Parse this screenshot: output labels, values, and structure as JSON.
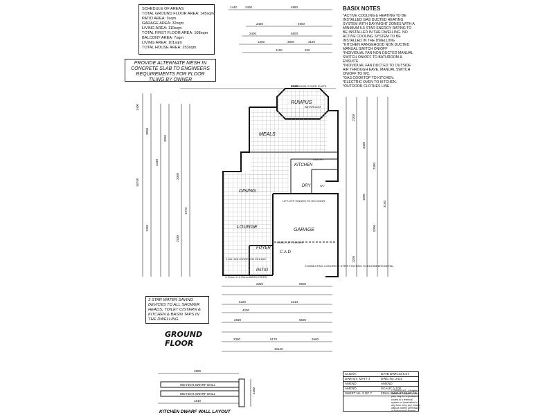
{
  "schedule": {
    "title": "SCHEDULE OF AREAS:",
    "lines": [
      "TOTAL GROUND FLOOR AREA: 145sqm",
      "PATIO AREA: 3sqm",
      "GARAGE AREA: 32sqm",
      "LIVING AREA: 110sqm",
      "",
      "TOTAL FIRST FLOOR AREA: 108sqm",
      "BALCONY AREA: 7sqm",
      "LIVING AREA: 101sqm",
      "",
      "TOTAL HOUSE AREA: 253sqm"
    ]
  },
  "mesh_note": "PROVIDE ALTERNATE MESH IN CONCRETE SLAB TO ENGINEERS REQUIREMENTS FOR FLOOR TILING BY OWNER",
  "basix": {
    "title": "BASIX NOTES",
    "items": [
      "*ACTIVE COOLING & HEATING TO BE INSTALLED GAS DUCTED HEATING SYSTEM WITH DAY/NIGHT ZONES WITH A MINIMUM 5.5 STAR ENERGY RATING TO BE INSTALLED IN THE DWELLING. NO ACTIVE COOLING SYSTEM TO BE INSTALLED IN THE DWELLING.",
      "*KITCHEN RANGEHOOD NON DUCTED MANUAL SWITCH ON/OFF",
      "*INDIVIDUAL FAN NON DUCTED MANUAL SWITCH ON/OFF TO BATHROOM & ENSUITE.",
      "*INDIVIDUAL FAN DUCTED TO OUTSIDE AIR THROUGH EAVE, MANUAL SWITCH ON/OFF TO WC.",
      "*GAS COOKTOP TO KITCHEN.",
      "*ELECTRIC OVEN TO KITCHEN.",
      "*OUTDOOR CLOTHES LINE."
    ]
  },
  "water_note": "3 STAR WATER SAVING DEVICES TO ALL SHOWER HEADS, TOILET CISTERN & KITCHEN & BASIN TAPS IN THE DWELLING.",
  "rooms": {
    "rumpus": "RUMPUS",
    "meals": "MEALS",
    "kitchen": "KITCHEN",
    "dining": "DINING",
    "lounge": "LOUNGE",
    "garage": "GARAGE",
    "foyer": "FOYER",
    "patio": "PATIO",
    "dry": "DRY",
    "bathroom": "BATHROOM",
    "wc": "WC",
    "pantry": "PANTRY"
  },
  "annotations": {
    "panel_lift": "PANEL LIFT DOORS",
    "cad": "C.A.D",
    "lift_off": "LIFT-OFF HINGES TO WC DOOR",
    "glass": "ALUMINIUM COVER PLATE",
    "connecting": "CONNECTING CONCRETE STRIP FOOTING TO ENGINEERS DETAIL",
    "pier": "4.70mm X 4.70mm BRICK PIERS",
    "dropped": "2.4M HIGH DROPPED CEILING"
  },
  "dims": {
    "top": [
      "1440",
      "2400",
      "4980",
      "2450",
      "6500",
      "2400",
      "4900",
      "1300",
      "3800",
      "3150",
      "2940",
      "1100",
      "920"
    ],
    "bottom": [
      "2360",
      "5500",
      "5320",
      "2213",
      "4200",
      "10140",
      "2390",
      "5170",
      "2690",
      "2630",
      "5500"
    ],
    "left": [
      "1400",
      "3000",
      "3430",
      "16750",
      "7430",
      "3205",
      "2000",
      "1970",
      "2930"
    ],
    "right": [
      "2200",
      "3400",
      "2300",
      "1800",
      "5300",
      "3150",
      "1250"
    ]
  },
  "plan_label": {
    "line1": "GROUND",
    "line2": "FLOOR"
  },
  "dwarf": {
    "title": "KITCHEN DWARF WALL LAYOUT",
    "wall1": "900 HIGH DWARF WALL",
    "wall2": "850 HIGH DWARF WALL",
    "dim_top": "1900",
    "dim_bottom": "1810",
    "dim_side": "2450"
  },
  "titleblock": {
    "rows": [
      [
        "CLIENT:",
        "DATE DWN 23.5.07"
      ],
      [
        "DWN BY: MATT J",
        "DWG No: 2431"
      ],
      [
        "AMEND:",
        "AMEND:"
      ],
      [
        "AMEND:",
        "SCALE: 1:100"
      ],
      [
        "SHEET No. 2 OF 7",
        "FINAL DWG 03.09.07 AS"
      ]
    ],
    "copyright": "COPYRIGHT - All rights reserved. No part of this plan may be reproduced, stored in a retrieval system or transmitted in any form or by any means without written permission of Boschwood Homes"
  }
}
